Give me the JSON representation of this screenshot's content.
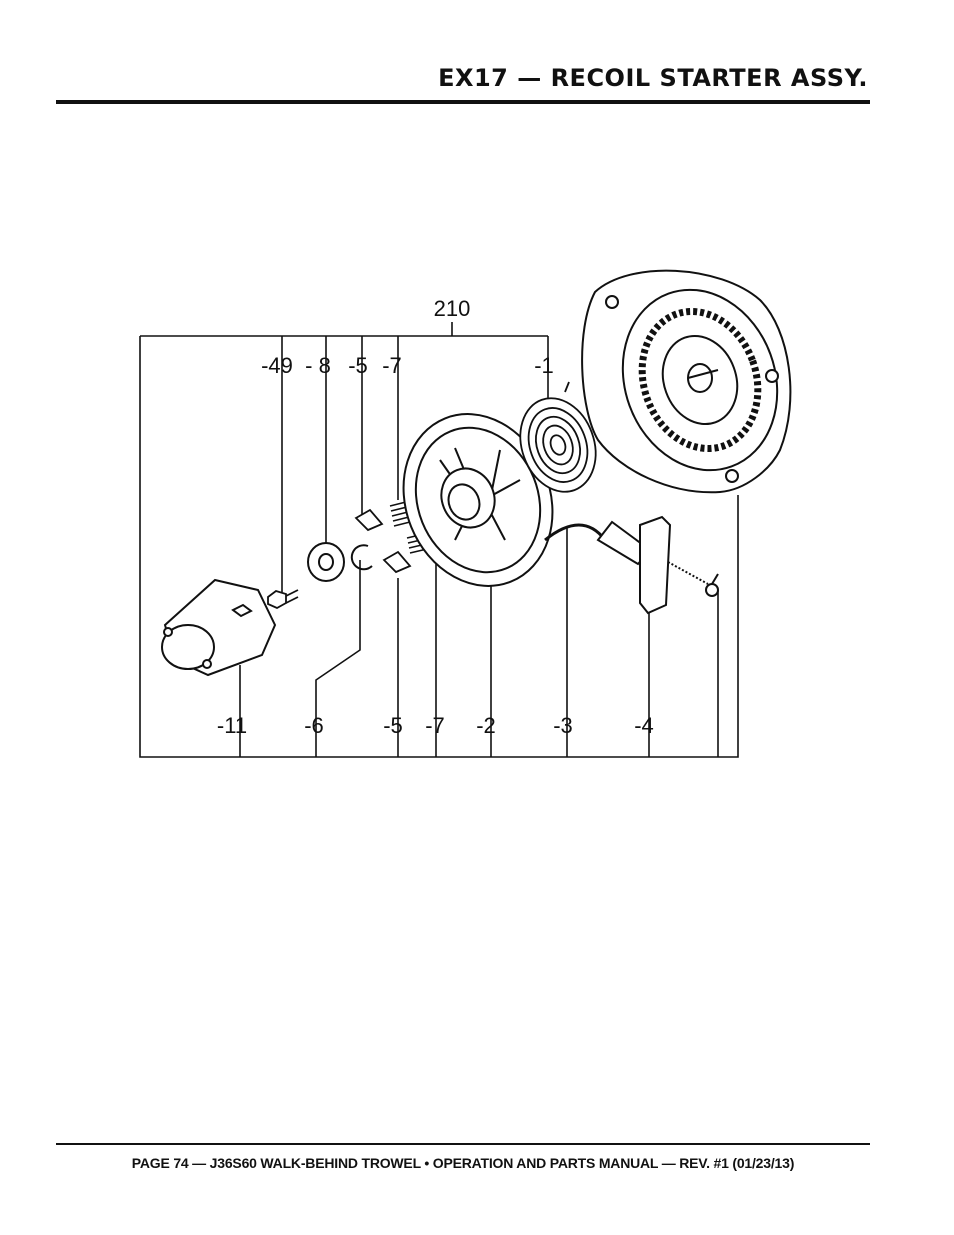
{
  "header": {
    "title": "EX17 — RECOIL STARTER ASSY."
  },
  "diagram": {
    "assembly_label": "210",
    "top_labels": [
      "-49",
      "- 8",
      "-5",
      "-7",
      "-1"
    ],
    "bottom_labels": [
      "-11",
      "-6",
      "-5",
      "-7",
      "-2",
      "-3",
      "-4"
    ]
  },
  "footer": {
    "text": "PAGE 74 — J36S60 WALK-BEHIND TROWEL • OPERATION AND PARTS MANUAL — REV. #1 (01/23/13)"
  }
}
